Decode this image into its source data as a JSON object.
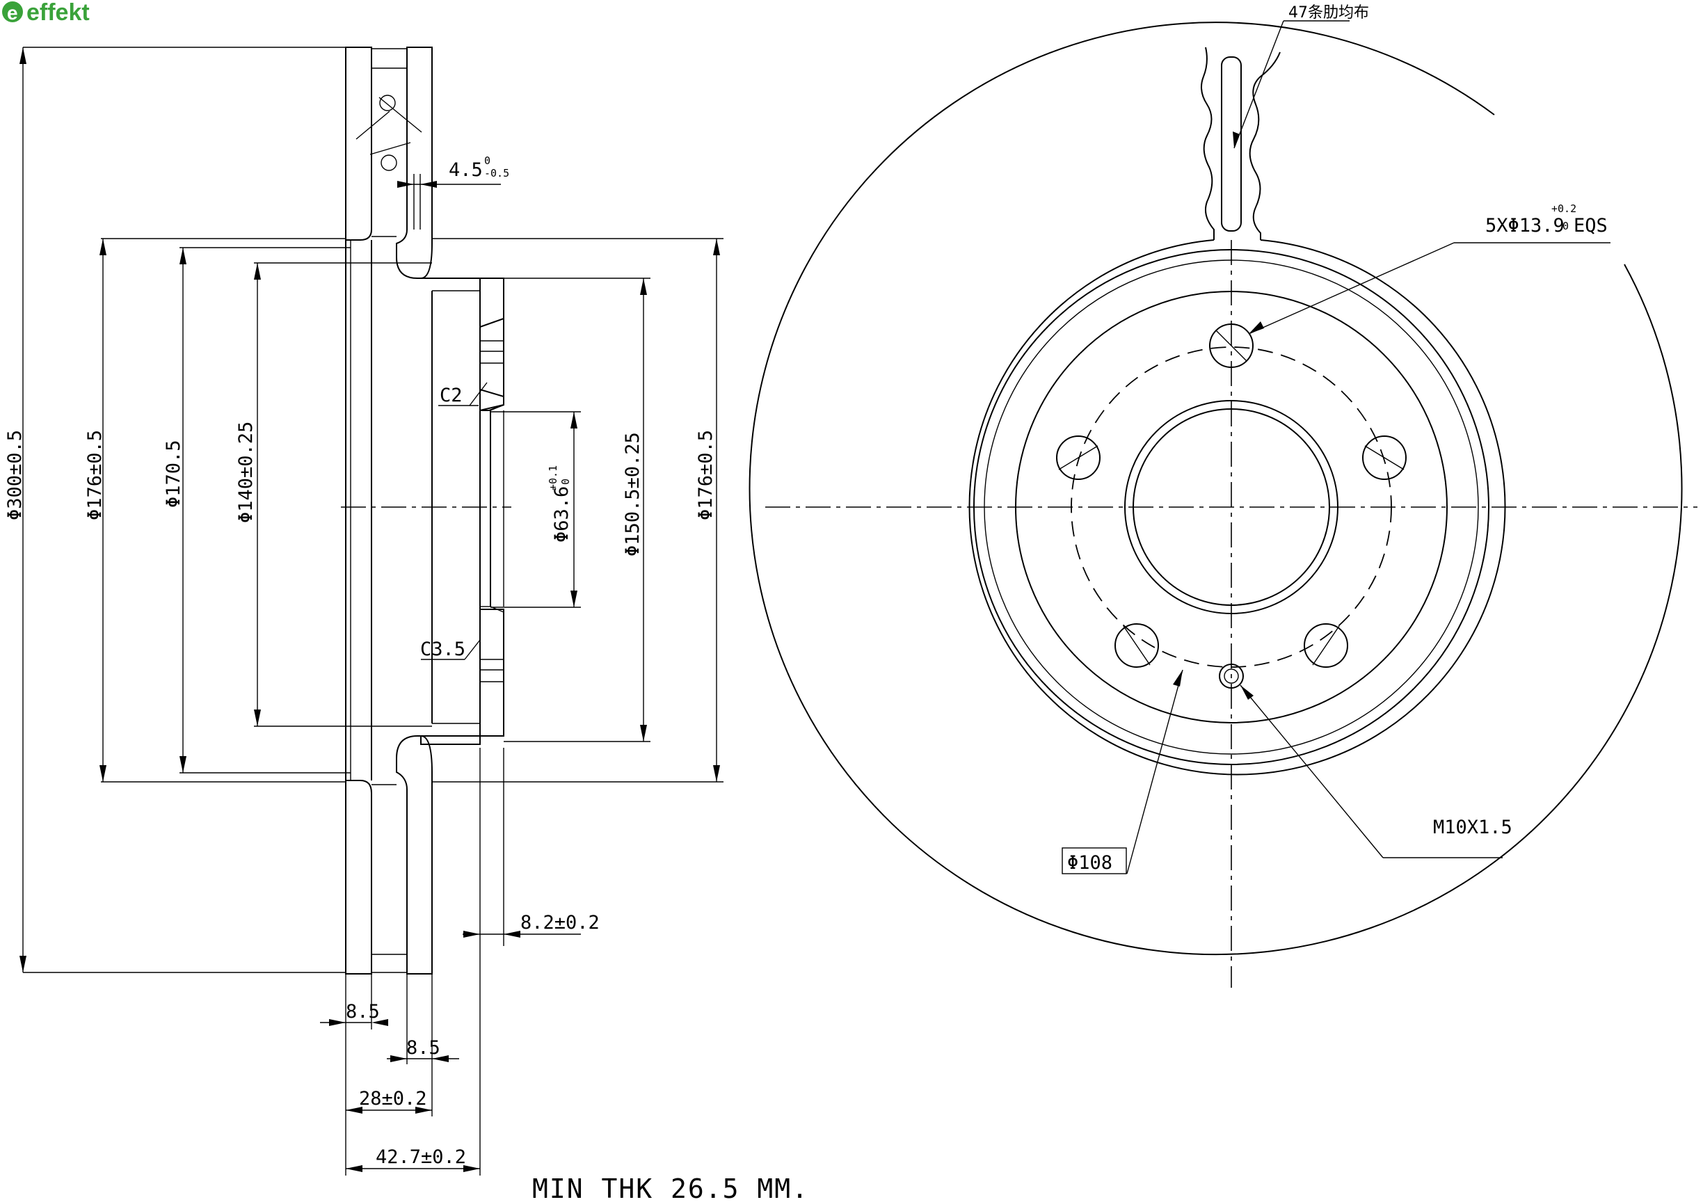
{
  "logo": {
    "text": "effekt",
    "color": "#3aa23a"
  },
  "side_view": {
    "dia_outer": "Φ300±0.5",
    "dia_176_left": "Φ176±0.5",
    "dia_170": "Φ170.5",
    "dia_140": "Φ140±0.25",
    "dia_bore_base": "Φ63.6",
    "dia_bore_tol_upper": "+0.1",
    "dia_bore_tol_lower": "0",
    "dia_150": "Φ150.5±0.25",
    "dia_176_right": "Φ176±0.5",
    "vent_gap": "4.5",
    "vent_gap_tol_upper": "0",
    "vent_gap_tol_lower": "-0.5",
    "chamfer_outer": "C2",
    "chamfer_inner": "C3.5",
    "hat_thickness": "8.2±0.2",
    "plate_inner": "8.5",
    "plate_outer": "8.5",
    "disc_thickness": "28±0.2",
    "total_height": "42.7±0.2",
    "min_thickness": "MIN THK 26.5 MM."
  },
  "front_view": {
    "rib_note": "47条肋均布",
    "bolt_holes": "5XΦ13.9",
    "bolt_holes_tol_upper": "+0.2",
    "bolt_holes_tol_lower": "0",
    "bolt_holes_suffix": "EQS",
    "pcd": "Φ108",
    "thread": "M10X1.5",
    "bolt_hole_count": 5
  }
}
